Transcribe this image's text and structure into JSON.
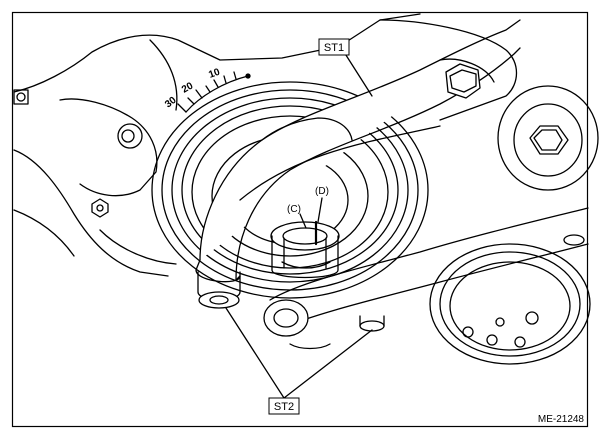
{
  "diagram": {
    "figure_id": "ME-21248",
    "callouts": {
      "st1": "ST1",
      "st2": "ST2",
      "c": "(C)",
      "d": "(D)"
    },
    "angle_scale": [
      "30",
      "20",
      "10"
    ]
  }
}
